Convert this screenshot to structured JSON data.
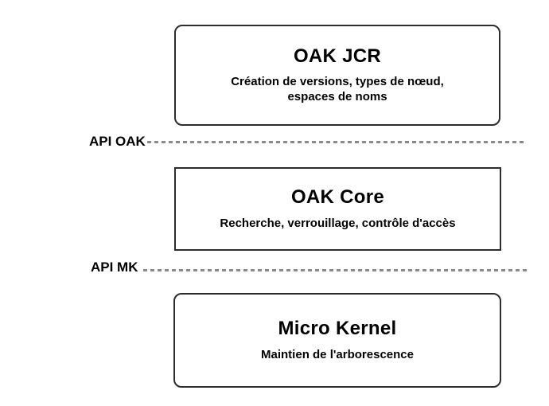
{
  "diagram": {
    "type": "architecture-stack",
    "layers": [
      {
        "id": "oak-jcr",
        "title": "OAK JCR",
        "subtitle": "Création de versions, types de nœud,\nespaces de noms",
        "rounded_corners": true
      },
      {
        "id": "oak-core",
        "title": "OAK Core",
        "subtitle": "Recherche, verrouillage, contrôle d'accès",
        "rounded_corners": false
      },
      {
        "id": "micro-kernel",
        "title": "Micro Kernel",
        "subtitle": "Maintien de l'arborescence",
        "rounded_corners": true
      }
    ],
    "separators": [
      {
        "id": "api-oak",
        "label": "API OAK",
        "style": "dashed"
      },
      {
        "id": "api-mk",
        "label": "API MK",
        "style": "dashed"
      }
    ],
    "colors": {
      "box_border": "#2d2d2d",
      "text": "#000000",
      "dashed_line": "#8a8a8a",
      "background": "#ffffff"
    }
  }
}
